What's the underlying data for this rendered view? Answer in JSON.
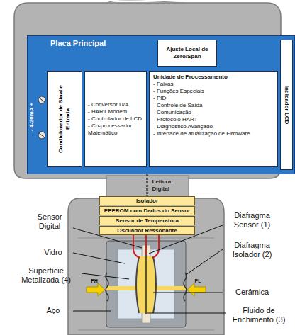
{
  "diagram": {
    "nodes": [
      {
        "text": [
          "Placa Principal"
        ]
      },
      {
        "text": [
          "Condicionador de Sinal e Entrada"
        ],
        "in": 0
      },
      {
        "text": [
          "- Conversor D/A",
          "- HART Modem",
          "- Controlador de LCD",
          "- Co-processador Matemático"
        ],
        "in": 0
      },
      {
        "text": [
          "Unidade de Processamento",
          "- Faixas",
          "- Funções Especiais",
          "- PID",
          "- Controle de Saída",
          "- Comunicação",
          "- Protocolo HART",
          "- Diagnóstico Avançado",
          "- Interface de atualização de Firmware"
        ],
        "in": 0
      },
      {
        "text": [
          "Ajuste Local de Zero/Span"
        ],
        "in": 0
      },
      {
        "text": [
          "Indicador LCD"
        ],
        "in": 0
      },
      {
        "text": [
          "Isolador"
        ]
      },
      {
        "text": [
          "EEPROM com Dados do Sensor"
        ]
      },
      {
        "text": [
          "Sensor de Temperatura"
        ]
      },
      {
        "text": [
          "Oscilador Ressonante"
        ]
      }
    ],
    "edges": [
      {
        "from": 0,
        "to": 6,
        "label": "Leitura Digital",
        "arrow": "none"
      }
    ],
    "labels": [
      "- 4-20mA +",
      "Sensor Digital",
      "Vidro",
      "Superfície Metalizada (4)",
      "Aço",
      "PH",
      "PL",
      "Diafragma Sensor (1)",
      "Diafragma Isolador (2)",
      "Cerâmica",
      "Fluido de Enchimento (3)"
    ]
  }
}
